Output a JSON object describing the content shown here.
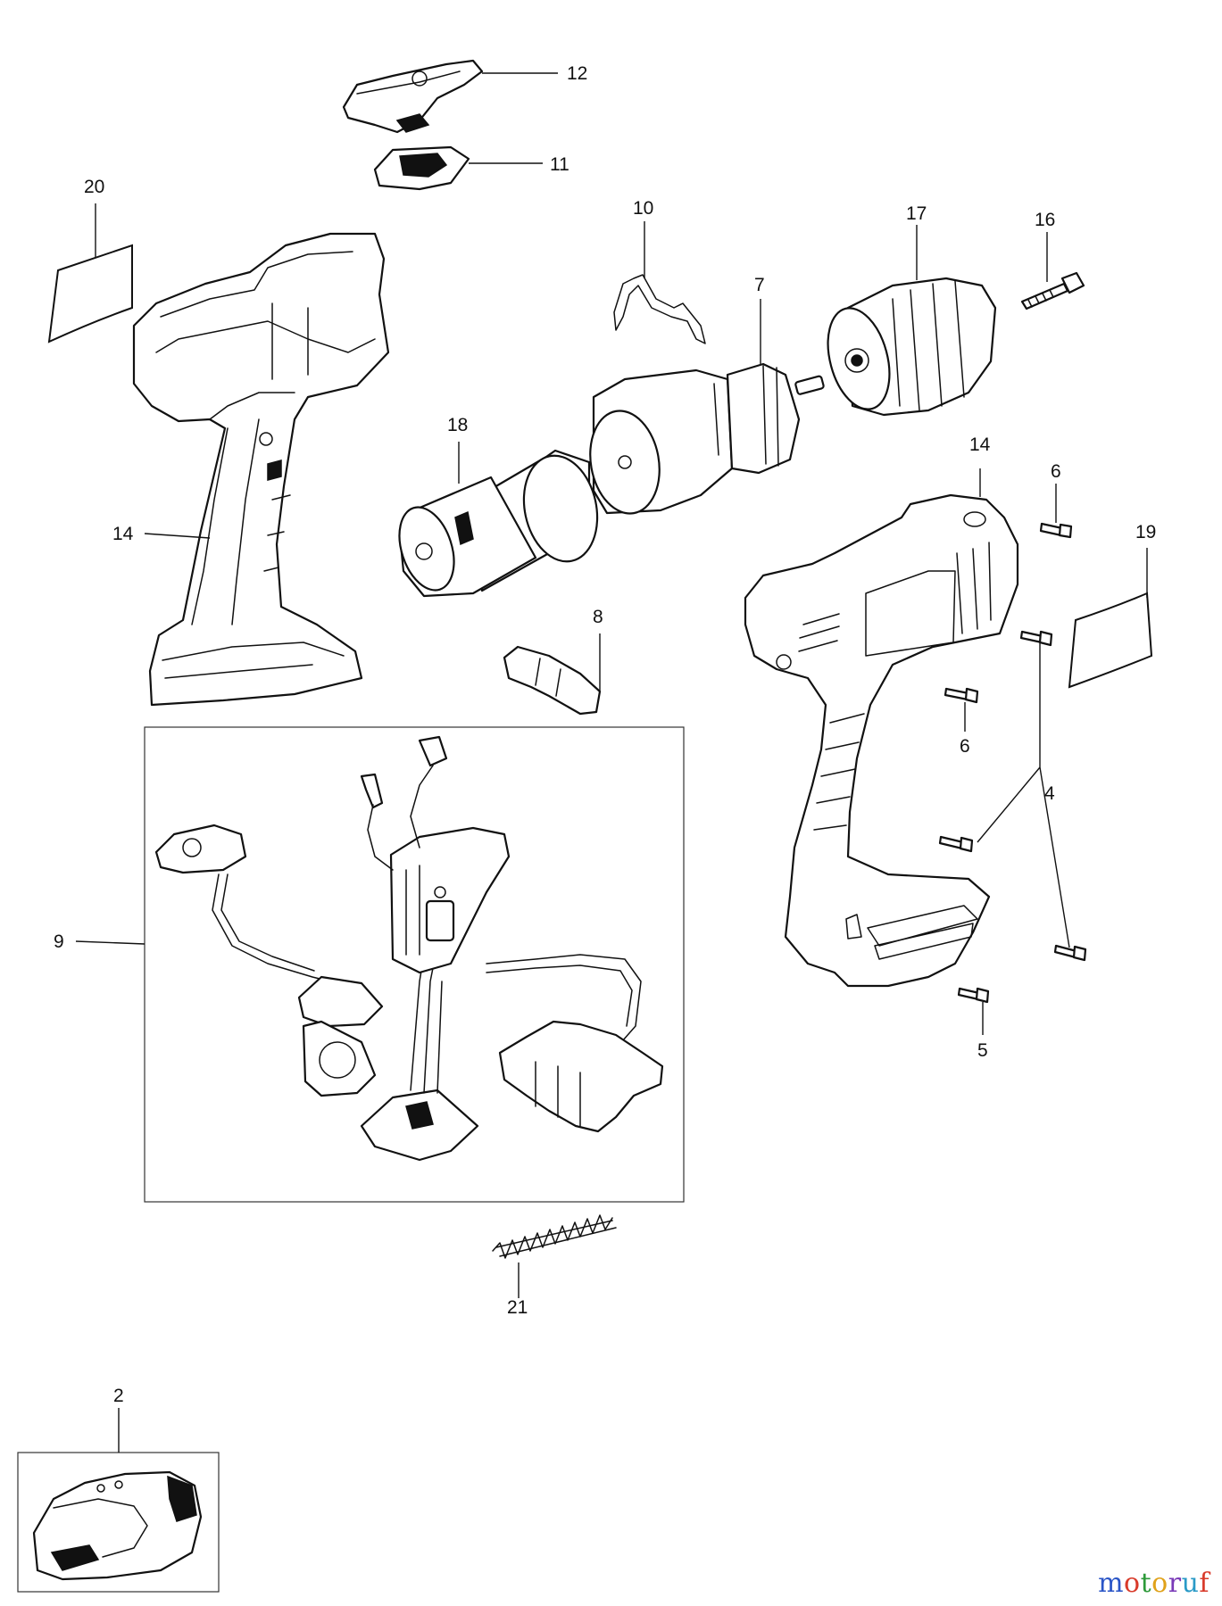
{
  "callouts": {
    "c2": "2",
    "c4": "4",
    "c5": "5",
    "c6a": "6",
    "c6b": "6",
    "c7": "7",
    "c8": "8",
    "c9": "9",
    "c10": "10",
    "c11": "11",
    "c12": "12",
    "c14a": "14",
    "c14b": "14",
    "c16": "16",
    "c17": "17",
    "c18": "18",
    "c19": "19",
    "c20": "20",
    "c21": "21"
  },
  "watermark": {
    "text": "motoruf",
    "colors": [
      "#2a55c7",
      "#d83a2a",
      "#2e9a3a",
      "#e0a21a",
      "#7a3ab8",
      "#2a9ac7",
      "#d83a2a"
    ]
  }
}
